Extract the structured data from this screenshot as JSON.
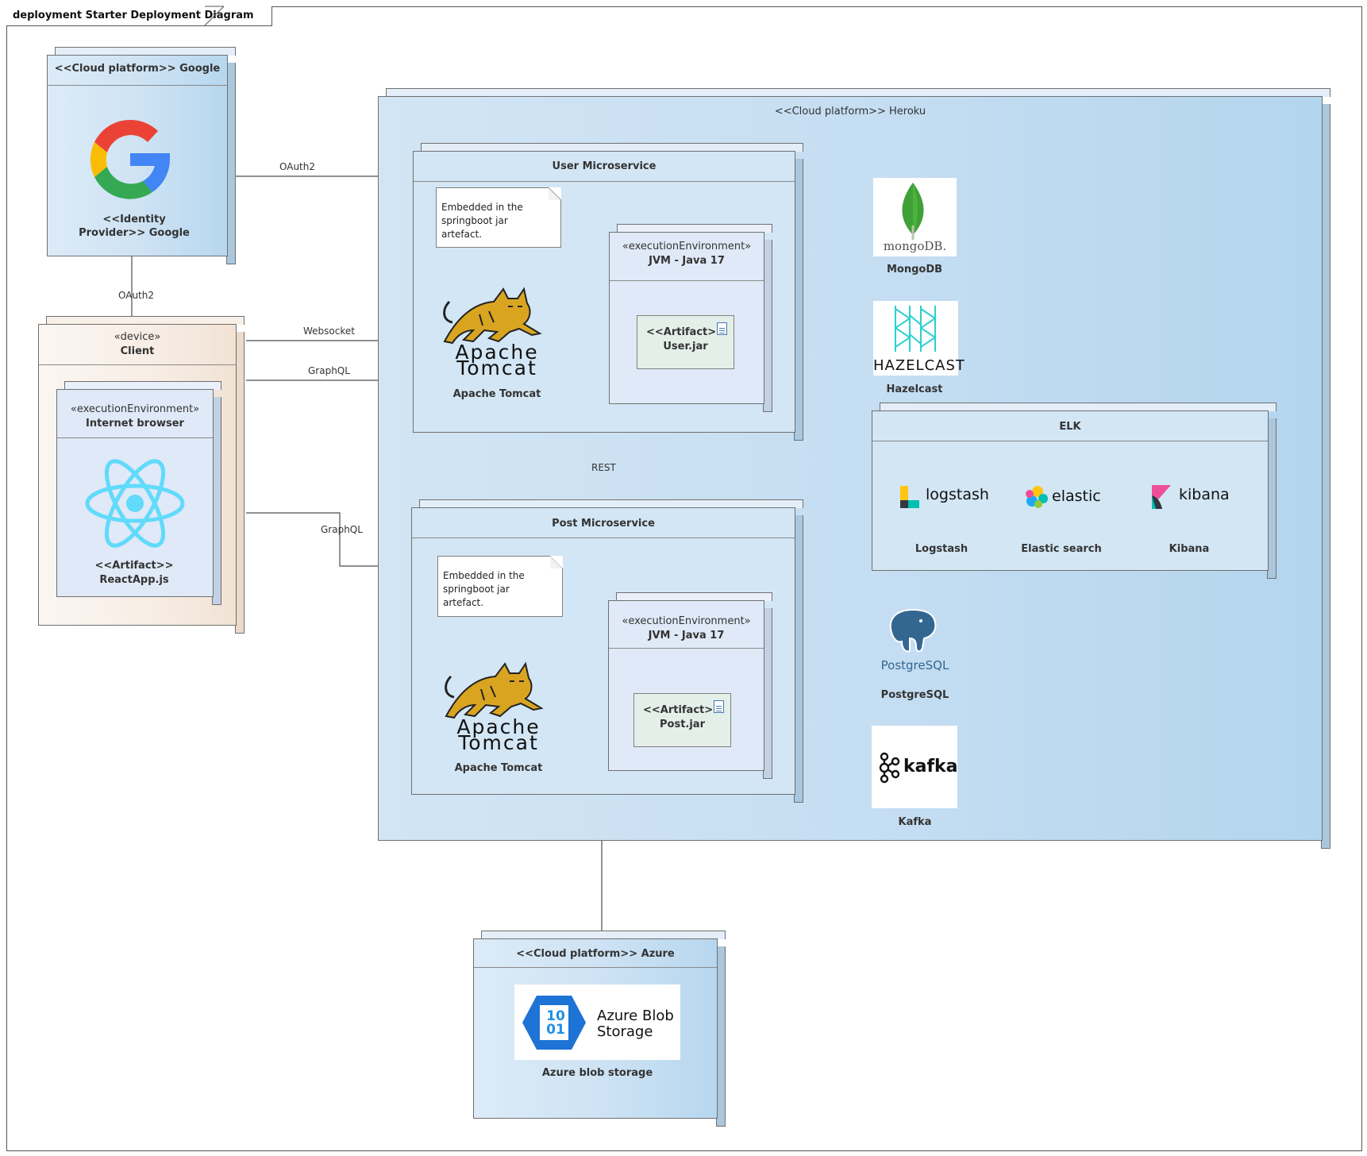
{
  "diagram": {
    "title": "deployment Starter Deployment Diagram"
  },
  "google": {
    "header": "<<Cloud platform>> Google",
    "idp_label_line1": "<<Identity",
    "idp_label_line2": "Provider>> Google"
  },
  "client": {
    "stereotype": "«device»",
    "name": "Client",
    "browser_stereotype": "«executionEnvironment»",
    "browser_name": "Internet browser",
    "artifact_stereotype": "<<Artifact>>",
    "artifact_name": "ReactApp.js"
  },
  "heroku": {
    "header": "<<Cloud platform>> Heroku"
  },
  "user_service": {
    "header": "User Microservice",
    "note": "Embedded in the springboot jar artefact.",
    "tomcat_word1": "Apache",
    "tomcat_word2": "Tomcat",
    "tomcat_label": "Apache Tomcat",
    "env_stereotype": "«executionEnvironment»",
    "env_name": "JVM - Java 17",
    "artifact_stereotype": "<<Artifact>>",
    "artifact_name": "User.jar"
  },
  "post_service": {
    "header": "Post Microservice",
    "note": "Embedded in the springboot jar artefact.",
    "tomcat_word1": "Apache",
    "tomcat_word2": "Tomcat",
    "tomcat_label": "Apache Tomcat",
    "env_stereotype": "«executionEnvironment»",
    "env_name": "JVM - Java 17",
    "artifact_stereotype": "<<Artifact>>",
    "artifact_name": "Post.jar"
  },
  "datastores": {
    "mongodb_logo": "mongoDB.",
    "mongodb_label": "MongoDB",
    "hazelcast_logo": "HAZELCAST",
    "hazelcast_label": "Hazelcast",
    "postgres_logo": "PostgreSQL",
    "postgres_label": "PostgreSQL",
    "kafka_logo": "kafka",
    "kafka_label": "Kafka"
  },
  "elk": {
    "header": "ELK",
    "logstash_logo": "logstash",
    "elastic_logo": "elastic",
    "kibana_logo": "kibana",
    "logstash_label": "Logstash",
    "elastic_label": "Elastic search",
    "kibana_label": "Kibana"
  },
  "azure": {
    "header": "<<Cloud platform>> Azure",
    "logo_line1": "Azure Blob",
    "logo_line2": "Storage",
    "bits_line1": "10",
    "bits_line2": "01",
    "label": "Azure blob storage"
  },
  "connectors": {
    "google_user": "OAuth2",
    "google_browser": "OAuth2",
    "client_websocket": "Websocket",
    "client_graphql_user": "GraphQL",
    "client_graphql_post": "GraphQL",
    "user_post": "REST"
  },
  "colors": {
    "node_blue": "#cfe3f4",
    "node_cream": "#f7ede4",
    "env_blue": "#dfe9f7",
    "artifact_green": "#e4efe9",
    "line": "#4d4d4d"
  }
}
